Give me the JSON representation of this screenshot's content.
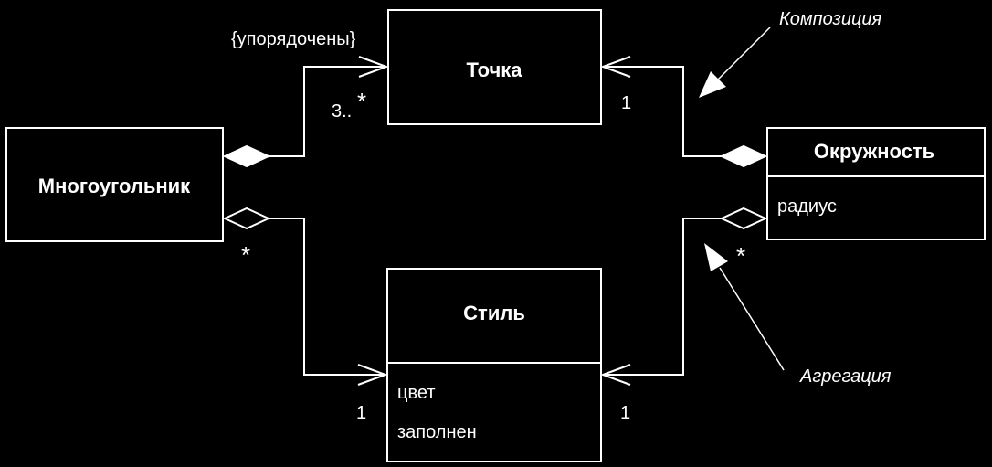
{
  "colors": {
    "background": "#000000",
    "foreground": "#ffffff"
  },
  "classes": {
    "polygon": {
      "name": "Многоугольник"
    },
    "point": {
      "name": "Точка"
    },
    "circle": {
      "name": "Окружность",
      "attributes": [
        "радиус"
      ]
    },
    "style": {
      "name": "Стиль",
      "attributes": [
        "цвет",
        "заполнен"
      ]
    }
  },
  "associations": {
    "polygon_point": {
      "constraint": "{упорядочены}",
      "multiplicity_point": "3..",
      "multiplicity_star": "*"
    },
    "circle_point": {
      "multiplicity_point": "1"
    },
    "polygon_style": {
      "multiplicity_polygon": "*",
      "multiplicity_style": "1"
    },
    "circle_style": {
      "multiplicity_circle": "*",
      "multiplicity_style": "1"
    }
  },
  "notes": {
    "composition": "Композиция",
    "aggregation": "Агрегация"
  }
}
